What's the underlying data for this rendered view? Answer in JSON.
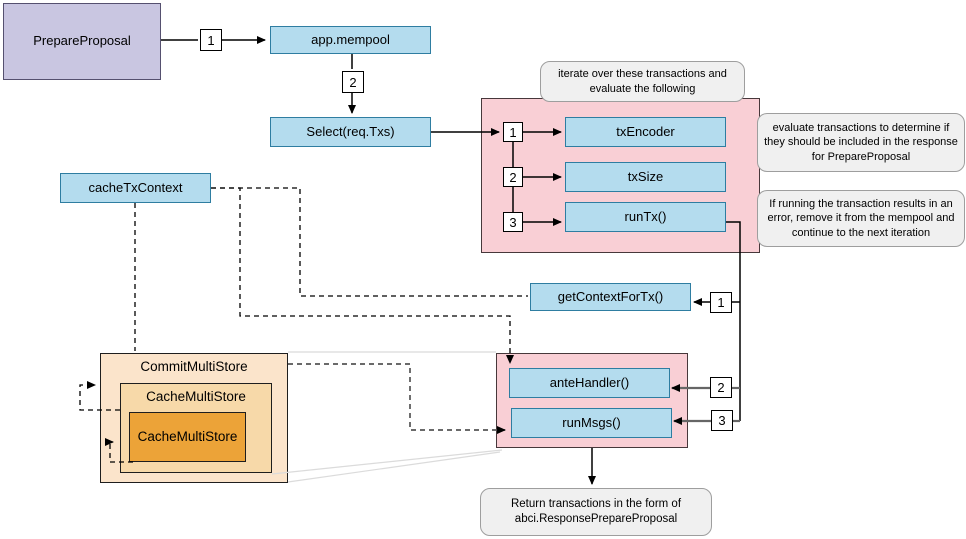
{
  "nodes": {
    "prepare_proposal": "PrepareProposal",
    "app_mempool": "app.mempool",
    "select_req_txs": "Select(req.Txs)",
    "tx_encoder": "txEncoder",
    "tx_size": "txSize",
    "run_tx": "runTx()",
    "cache_tx_context": "cacheTxContext",
    "get_context_for_tx": "getContextForTx()",
    "ante_handler": "anteHandler()",
    "run_msgs": "runMsgs()",
    "commit_multi_store": "CommitMultiStore",
    "cache_multi_store": "CacheMultiStore",
    "cache_multi_store_inner": "CacheMultiStore"
  },
  "badges": {
    "one": "1",
    "two": "2",
    "three": "3"
  },
  "notes": {
    "iterate": "iterate over these transactions and evaluate the following",
    "evaluate": "evaluate transactions to determine if they should be included in the response for PrepareProposal",
    "error": "If running the transaction results in an error, remove it from the mempool and continue to the next iteration",
    "return": "Return transactions in the form of abci.ResponsePrepareProposal"
  },
  "colors": {
    "purple_fill": "#C9C6E1",
    "purple_stroke": "#55506F",
    "blue_fill": "#B4DCEE",
    "blue_stroke": "#2E7DA1",
    "pink_fill": "#F9CFD5",
    "pink_stroke": "#47383B",
    "peach_fill": "#FBE4CB",
    "gold_fill": "#F7D9A9",
    "orange_fill": "#ECA338",
    "dark_stroke": "#1E1E1E",
    "note_fill": "#F0F0F0",
    "note_stroke": "#9E9E9E",
    "line": "#000000",
    "line_gray": "#666666",
    "faint": "#DBDBDB"
  }
}
